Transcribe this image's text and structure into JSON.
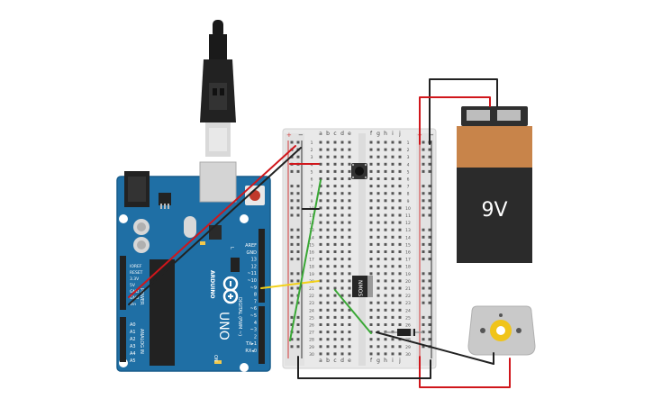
{
  "arduino": {
    "brand": "ARDUINO",
    "model": "UNO",
    "digital_label": "DIGITAL (PWM ~)",
    "power_label": "POWER",
    "analog_label": "ANALOG IN",
    "on_label": "ON",
    "tx_label": "TX",
    "rx_label": "RX",
    "l_label": "L",
    "power_pins": [
      "IOREF",
      "RESET",
      "3.3V",
      "5V",
      "GND",
      "GND",
      "Vin"
    ],
    "analog_pins": [
      "A0",
      "A1",
      "A2",
      "A3",
      "A4",
      "A5"
    ],
    "digital_pins": [
      "AREF",
      "GND",
      "13",
      "12",
      "~11",
      "~10",
      "~9",
      "8",
      "7",
      "~6",
      "~5",
      "4",
      "~3",
      "2",
      "TX▸1",
      "RX◂0"
    ]
  },
  "breadboard": {
    "columns_left": [
      "a",
      "b",
      "c",
      "d",
      "e"
    ],
    "columns_right": [
      "f",
      "g",
      "h",
      "i",
      "j"
    ],
    "rows": [
      "1",
      "2",
      "3",
      "4",
      "5",
      "6",
      "7",
      "8",
      "9",
      "10",
      "11",
      "12",
      "13",
      "14",
      "15",
      "16",
      "17",
      "18",
      "19",
      "20",
      "21",
      "22",
      "23",
      "24",
      "25",
      "26",
      "27",
      "28",
      "29",
      "30"
    ],
    "rail_plus": "+",
    "rail_minus": "−"
  },
  "transistor": {
    "label": "NMOS"
  },
  "battery": {
    "label": "9V"
  },
  "colors": {
    "arduino_board": "#1f6fa5",
    "breadboard": "#e9e9e9",
    "battery_top": "#c8844a",
    "battery_body": "#2b2b2b",
    "wire_red": "#d0161b",
    "wire_black": "#222222",
    "wire_green": "#3aa836",
    "wire_yellow": "#f2d11a",
    "motor": "#c9c9c9",
    "motor_gear": "#f0c419"
  }
}
